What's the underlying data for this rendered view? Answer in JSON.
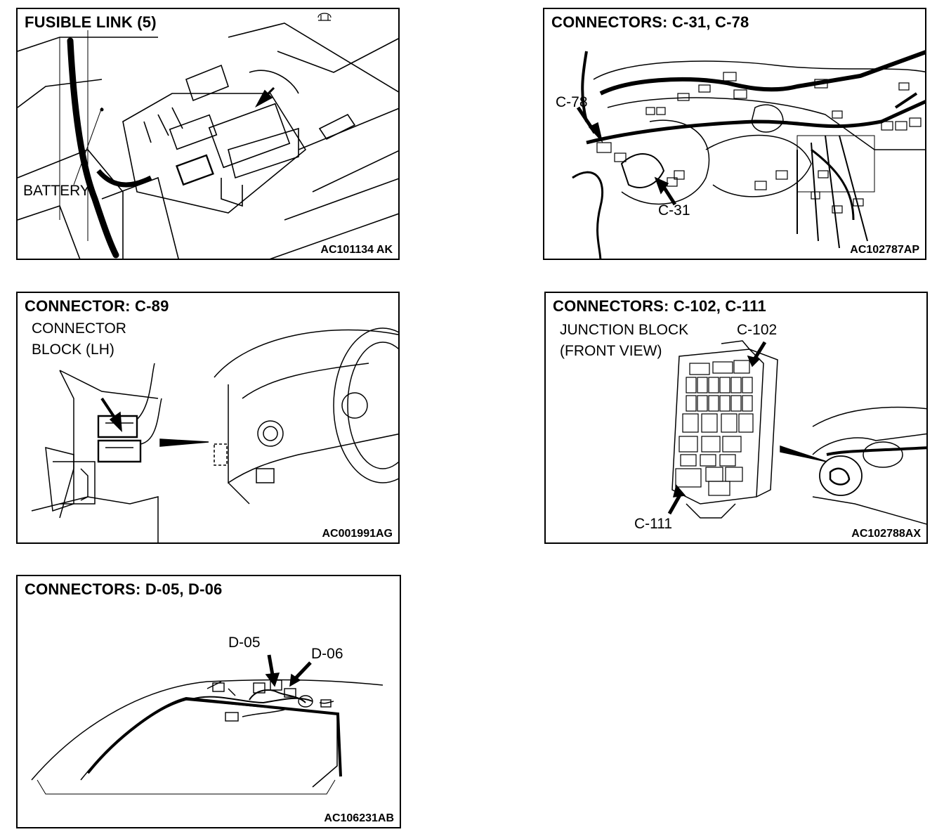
{
  "panels": [
    {
      "title": "FUSIBLE LINK (5)",
      "code": "AC101134 AK",
      "labels": [
        "BATTERY"
      ]
    },
    {
      "title": "CONNECTORS: C-31, C-78",
      "code": "AC102787AP",
      "labels": [
        "C-78",
        "C-31"
      ]
    },
    {
      "title": "CONNECTOR: C-89",
      "code": "AC001991AG",
      "labels": [
        "CONNECTOR",
        "BLOCK (LH)"
      ]
    },
    {
      "title": "CONNECTORS: C-102, C-111",
      "code": "AC102788AX",
      "labels": [
        "JUNCTION BLOCK",
        "(FRONT VIEW)",
        "C-102",
        "C-111"
      ]
    },
    {
      "title": "CONNECTORS: D-05, D-06",
      "code": "AC106231AB",
      "labels": [
        "D-05",
        "D-06"
      ]
    }
  ]
}
